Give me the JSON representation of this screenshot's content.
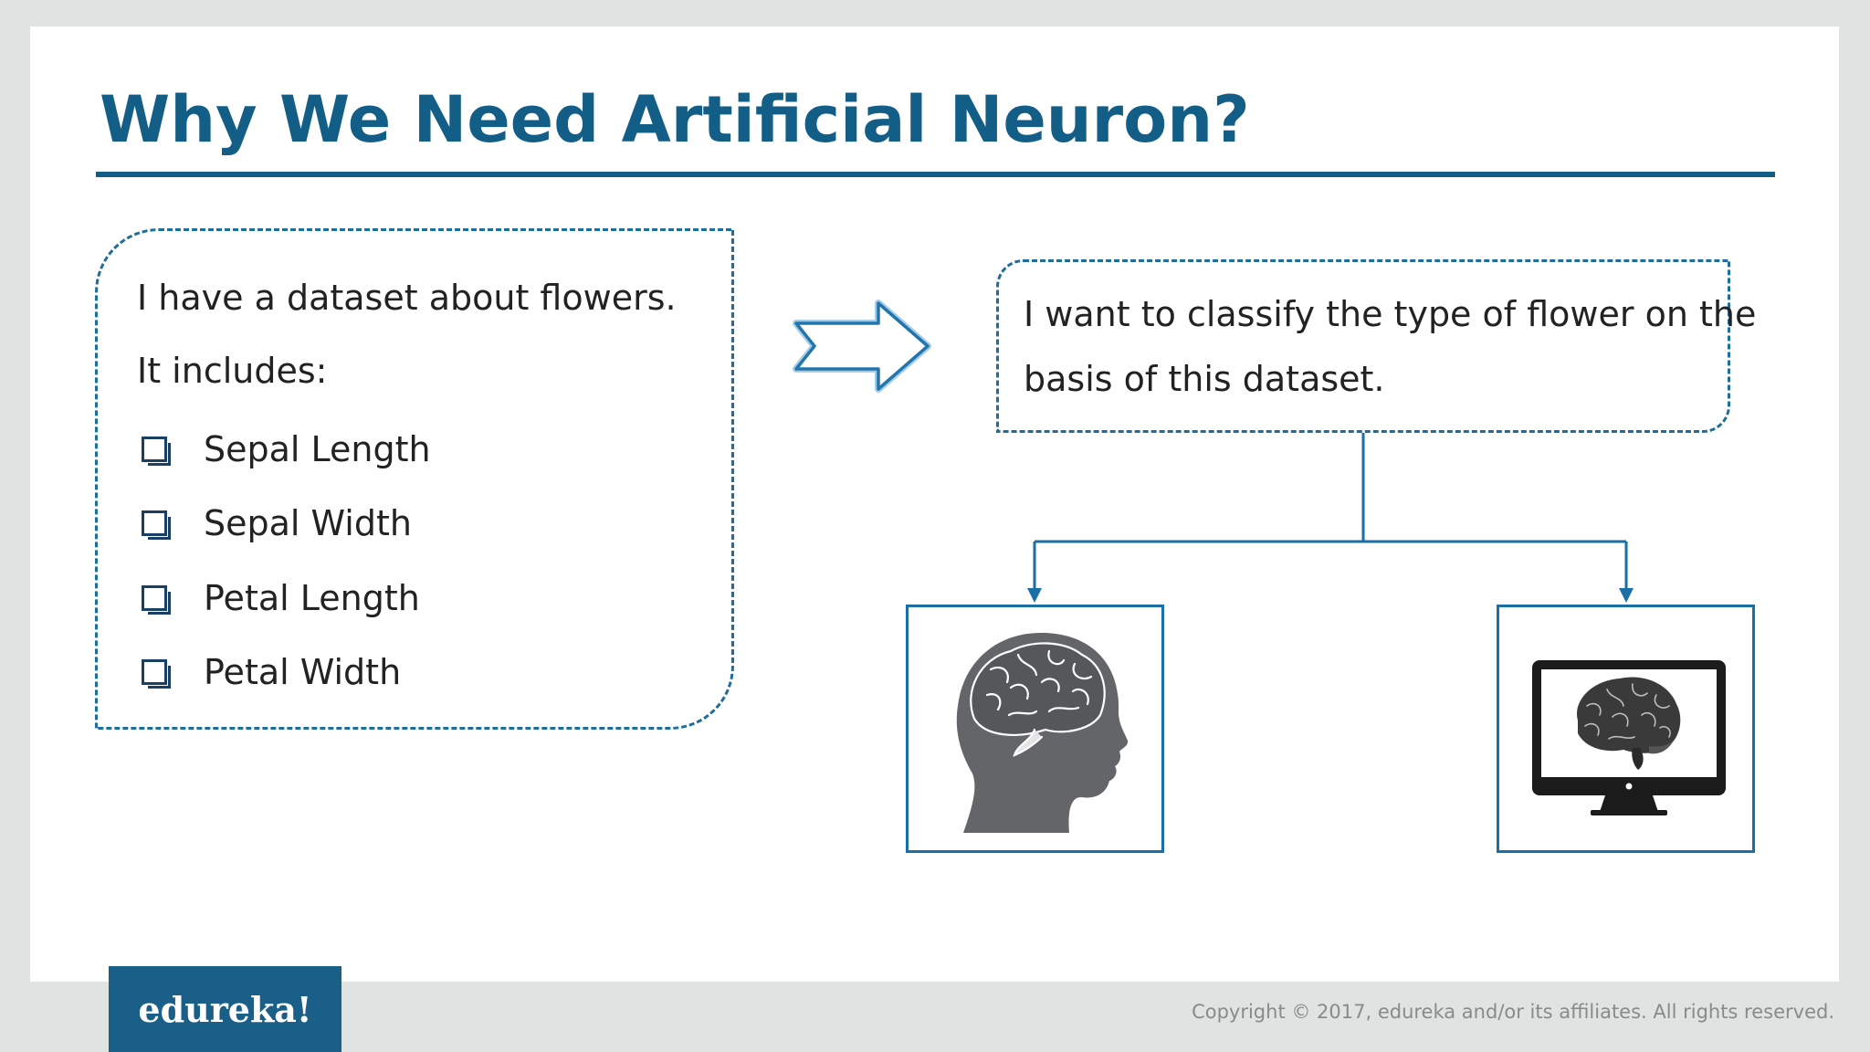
{
  "title": "Why We Need Artificial Neuron?",
  "left_box": {
    "line1": "I have a dataset about flowers.",
    "line2": "It includes:",
    "items": [
      "Sepal Length",
      "Sepal Width",
      "Petal Length",
      "Petal Width"
    ]
  },
  "right_box": {
    "line1": "I want to classify the type of flower on the",
    "line2": "basis of this dataset."
  },
  "icons": {
    "arrow": "right-arrow-icon",
    "human": "human-brain-head-icon",
    "computer": "computer-brain-monitor-icon",
    "checkbox": "checkbox-icon"
  },
  "colors": {
    "title": "#135e86",
    "accent": "#1d6e9c",
    "badge": "#195f87"
  },
  "footer": {
    "brand": "edureka!",
    "copyright": "Copyright © 2017, edureka and/or its affiliates. All rights reserved."
  }
}
